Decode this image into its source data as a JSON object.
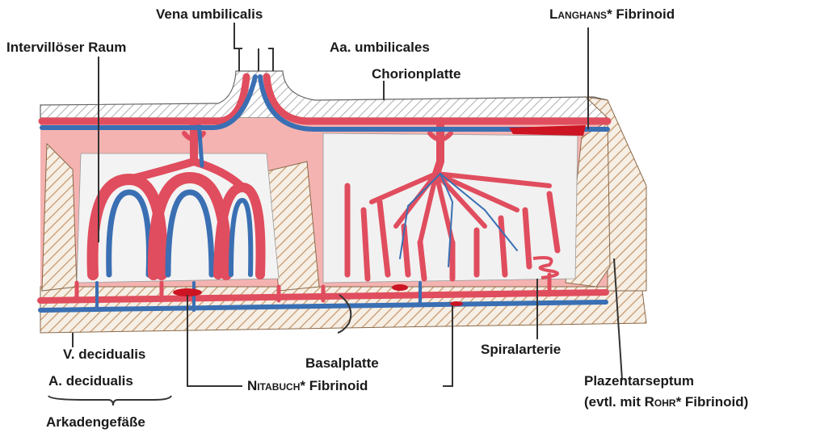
{
  "labels": {
    "vena_umbilicalis": "Vena umbilicalis",
    "intervilloeser_raum": "Intervillöser Raum",
    "aa_umbilicales": "Aa. umbilicales",
    "langhans_name": "Langhans",
    "langhans_rest": "* Fibrinoid",
    "chorionplatte": "Chorionplatte",
    "v_decidualis": "V. decidualis",
    "a_decidualis": "A. decidualis",
    "arkadengefaesse": "Arkadengefäße",
    "basalplatte": "Basalplatte",
    "nitabuch_name": "Nitabuch",
    "nitabuch_rest": "* Fibrinoid",
    "spiralarterie": "Spiralarterie",
    "plazentarseptum": "Plazentarseptum",
    "rohr_prefix": "(evtl. mit ",
    "rohr_name": "Rohr",
    "rohr_rest": "* Fibrinoid)"
  },
  "colors": {
    "artery_red": "#e04d5e",
    "vein_blue": "#3a6fb3",
    "tissue_pink": "#f2a8a8",
    "hatch_tan": "#d7b28c",
    "fibrinoid_red": "#cc1422",
    "intervillous_white": "#f4f4f4",
    "leader_line": "#333333"
  }
}
